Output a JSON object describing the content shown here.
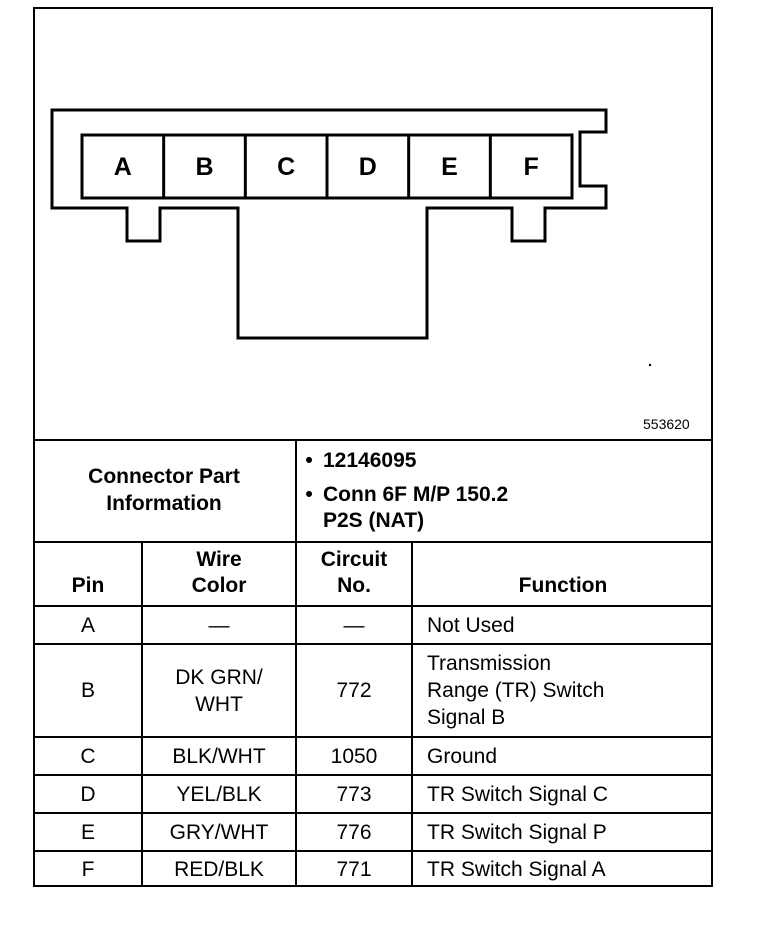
{
  "connector": {
    "pins": [
      "A",
      "B",
      "C",
      "D",
      "E",
      "F"
    ],
    "figure_id": "553620"
  },
  "part_info": {
    "label": "Connector Part\nInformation",
    "items": [
      "12146095",
      "Conn 6F M/P 150.2\nP2S (NAT)"
    ]
  },
  "table": {
    "headers": {
      "pin": "Pin",
      "wire_color": "Wire\nColor",
      "circuit": "Circuit\nNo.",
      "function": "Function"
    },
    "rows": [
      {
        "pin": "A",
        "wire": "—",
        "circuit": "—",
        "function": "Not Used"
      },
      {
        "pin": "B",
        "wire": "DK GRN/\nWHT",
        "circuit": "772",
        "function": "Transmission\nRange (TR) Switch\nSignal B"
      },
      {
        "pin": "C",
        "wire": "BLK/WHT",
        "circuit": "1050",
        "function": "Ground"
      },
      {
        "pin": "D",
        "wire": "YEL/BLK",
        "circuit": "773",
        "function": "TR Switch Signal C"
      },
      {
        "pin": "E",
        "wire": "GRY/WHT",
        "circuit": "776",
        "function": "TR Switch Signal P"
      },
      {
        "pin": "F",
        "wire": "RED/BLK",
        "circuit": "771",
        "function": "TR Switch Signal A"
      }
    ]
  }
}
